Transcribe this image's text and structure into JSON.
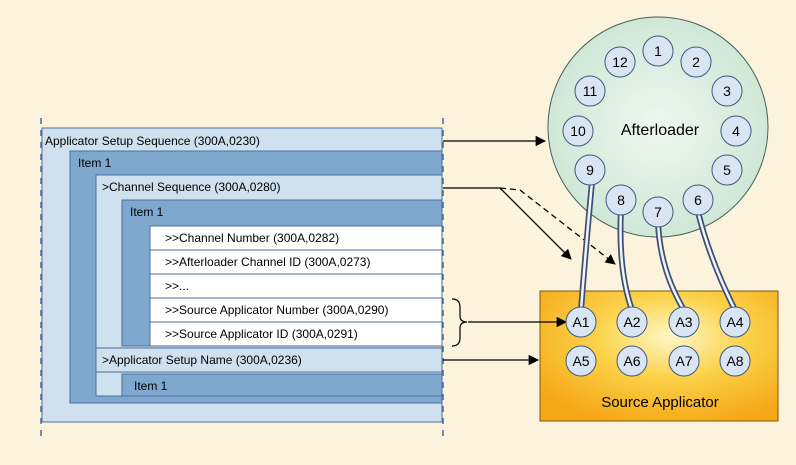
{
  "colors": {
    "background": "#fbf3dc",
    "level_light": "#cfe0ef",
    "level_dark": "#7fa8cf",
    "white_row": "#ffffff",
    "afterloader_fill": "#d6ebde",
    "channel_fill": "#d9e5f2",
    "source_applicator_fill": "#f7ad1a"
  },
  "sequence": {
    "applicator_setup_sequence": "Applicator Setup Sequence (300A,0230)",
    "item1_outer": "Item 1",
    "channel_sequence": ">Channel Sequence (300A,0280)",
    "item1_channel": "Item 1",
    "rows": [
      ">>Channel Number (300A,0282)",
      ">>Afterloader Channel ID (300A,0273)",
      ">>...",
      ">>Source Applicator Number (300A,0290)",
      ">>Source Applicator ID (300A,0291)"
    ],
    "applicator_setup_name": ">Applicator Setup Name (300A,0236)",
    "item1_name": "Item 1"
  },
  "afterloader": {
    "label": "Afterloader",
    "channels": [
      "1",
      "2",
      "3",
      "4",
      "5",
      "6",
      "7",
      "8",
      "9",
      "10",
      "11",
      "12"
    ]
  },
  "source_applicator": {
    "label": "Source Applicator",
    "channels": [
      "A1",
      "A2",
      "A3",
      "A4",
      "A5",
      "A6",
      "A7",
      "A8"
    ]
  }
}
